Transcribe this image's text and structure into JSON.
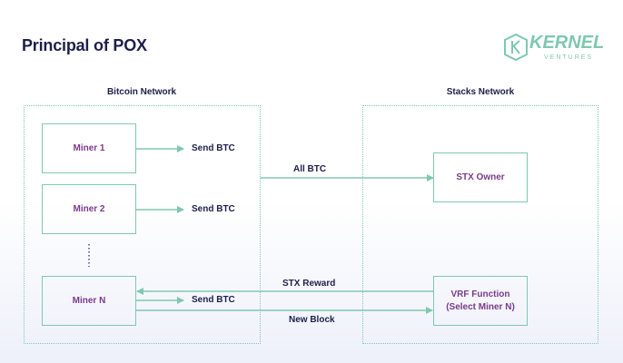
{
  "title": "Principal of POX",
  "logo": {
    "word": "KERNEL",
    "sub": "VENTURES"
  },
  "colors": {
    "accent": "#7ec8b0",
    "node_text": "#7a3a8a",
    "text": "#1d1f4a"
  },
  "bitcoin_network": {
    "label": "Bitcoin Network",
    "miners": [
      "Miner 1",
      "Miner 2",
      "Miner N"
    ]
  },
  "stacks_network": {
    "label": "Stacks Network",
    "stx_owner": "STX Owner",
    "vrf_line1": "VRF Function",
    "vrf_line2": "(Select Miner N)"
  },
  "edges": {
    "send_btc": "Send BTC",
    "all_btc": "All BTC",
    "stx_reward": "STX Reward",
    "new_block": "New Block"
  }
}
